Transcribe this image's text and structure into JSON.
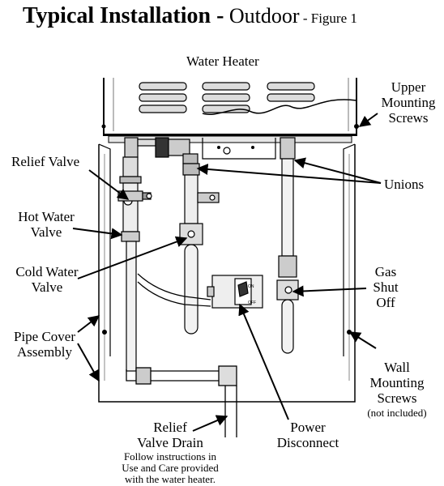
{
  "title": {
    "bold": "Typical Installation -",
    "normal": " Outdoor",
    "figure": " - Figure 1"
  },
  "labels": {
    "water_heater": "Water Heater",
    "upper_mounting_screws": [
      "Upper",
      "Mounting",
      "Screws"
    ],
    "relief_valve": "Relief Valve",
    "unions": "Unions",
    "hot_water_valve": [
      "Hot Water",
      "Valve"
    ],
    "cold_water_valve": [
      "Cold Water",
      "Valve"
    ],
    "gas_shut_off": [
      "Gas",
      "Shut",
      "Off"
    ],
    "pipe_cover_assembly": [
      "Pipe Cover",
      "Assembly"
    ],
    "wall_mounting_screws": [
      "Wall",
      "Mounting",
      "Screws"
    ],
    "not_included": "(not included)",
    "relief_valve_drain": [
      "Relief",
      "Valve Drain"
    ],
    "drain_note": [
      "Follow instructions in",
      "Use and Care provided",
      "with the water heater."
    ],
    "power_disconnect": [
      "Power",
      "Disconnect"
    ],
    "switch_on": "ON",
    "switch_off": "OFF"
  }
}
